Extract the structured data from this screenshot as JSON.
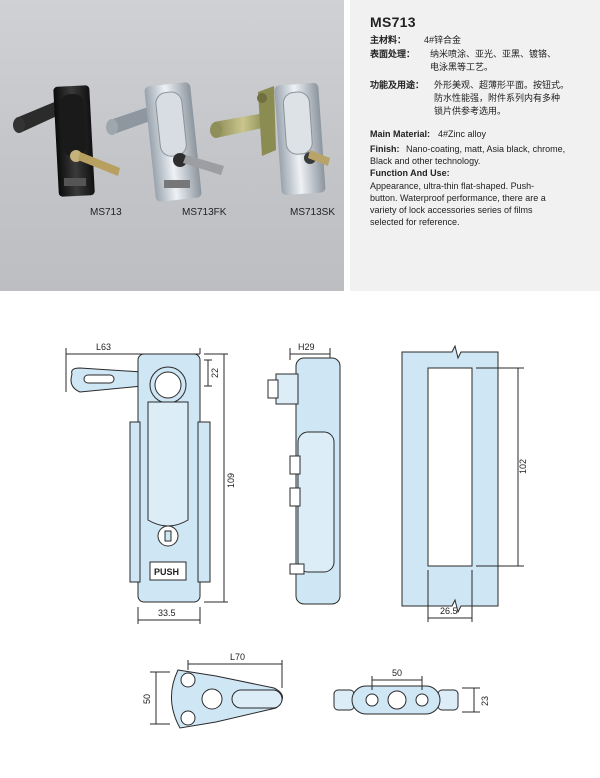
{
  "header": {
    "model": "MS713",
    "cn": {
      "material_label": "主材料：",
      "material_value": "4#锌合金",
      "finish_label": "表面处理：",
      "finish_value_1": "纳米喷涂、亚光、亚黑、镀铬、",
      "finish_value_2": "电泳黑等工艺。",
      "use_label": "功能及用途：",
      "use_value_1": "外形美观、超薄形平面。按钮式。",
      "use_value_2": "防水性能强，附件系列内有多种",
      "use_value_3": "锁片供参考选用。"
    },
    "en": {
      "material_label": "Main Material:",
      "material_value": "4#Zinc alloy",
      "finish_label": "Finish:",
      "finish_value_1": "Nano-coating, matt, Asia black, chrome,",
      "finish_value_2": "Black and other technology.",
      "use_label": "Function And Use:",
      "use_value_1": "Appearance, ultra-thin flat-shaped. Push-",
      "use_value_2": "button. Waterproof performance, there are a",
      "use_value_3": "variety of lock accessories series of films",
      "use_value_4": "selected for reference."
    }
  },
  "photos": {
    "captions": [
      "MS713",
      "MS713FK",
      "MS713SK"
    ]
  },
  "drawings": {
    "front": {
      "width_top": "L63",
      "offset_top": "22",
      "height": "109",
      "width_bottom": "33.5",
      "push_label": "PUSH"
    },
    "side": {
      "depth": "H29"
    },
    "cutout": {
      "height": "102",
      "width": "26.5"
    },
    "bottom_left": {
      "length": "L70",
      "height": "50"
    },
    "bottom_right": {
      "length": "50",
      "height": "23"
    }
  },
  "colors": {
    "photo_bg": "#c6c8cc",
    "spec_bg": "#f1f1f1",
    "drawing_fill": "#cfe6f5",
    "outline": "#2a2a2a"
  }
}
